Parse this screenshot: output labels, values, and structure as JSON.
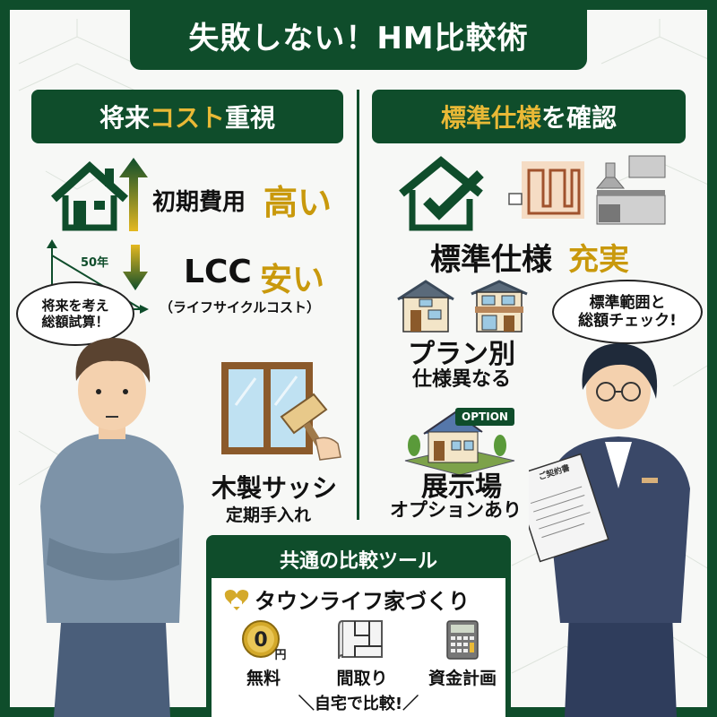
{
  "title": "失敗しない！HM比較術",
  "colors": {
    "brand_green": "#0f4d2b",
    "accent_gold": "#e9b936",
    "text_dark": "#111111"
  },
  "left_section": {
    "heading_part1": "将来",
    "heading_highlight": "コスト",
    "heading_part2": "重視",
    "initial_cost_label": "初期費用",
    "initial_cost_value": "高い",
    "years_label": "50年",
    "lcc_label": "LCC",
    "lcc_value": "安い",
    "lcc_note": "（ライフサイクルコスト）",
    "speech_bubble_line1": "将来を考え",
    "speech_bubble_line2": "総額試算！",
    "sash_title": "木製サッシ",
    "sash_note": "定期手入れ",
    "icons": [
      "house-icon",
      "arrow-up-icon",
      "arrow-down-icon",
      "cost-graph-icon",
      "wooden-window-icon",
      "paintbrush-icon"
    ]
  },
  "right_section": {
    "heading_highlight": "標準仕様",
    "heading_part2": "を確認",
    "standard_label": "標準仕様",
    "standard_value": "充実",
    "plan_title": "プラン別",
    "plan_note": "仕様異なる",
    "option_badge": "OPTION",
    "showroom_title": "展示場",
    "showroom_note": "オプションあり",
    "speech_bubble_line1": "標準範囲と",
    "speech_bubble_line2": "総額チェック!",
    "document_label": "ご契約書",
    "icons": [
      "house-check-icon",
      "floor-heating-icon",
      "kitchen-icon",
      "house-single-story-icon",
      "house-two-story-icon",
      "model-house-icon"
    ]
  },
  "tools_section": {
    "heading": "共通の比較ツール",
    "brand": "タウンライフ家づくり",
    "items": [
      {
        "icon": "coin-zero-yen-icon",
        "coin_text": "0",
        "coin_suffix": "円",
        "label": "無料"
      },
      {
        "icon": "floor-plan-icon",
        "label": "間取り"
      },
      {
        "icon": "calculator-icon",
        "label": "資金計画"
      }
    ],
    "footer": "自宅で比較!",
    "footer_left_mark": "＼",
    "footer_right_mark": "／"
  }
}
